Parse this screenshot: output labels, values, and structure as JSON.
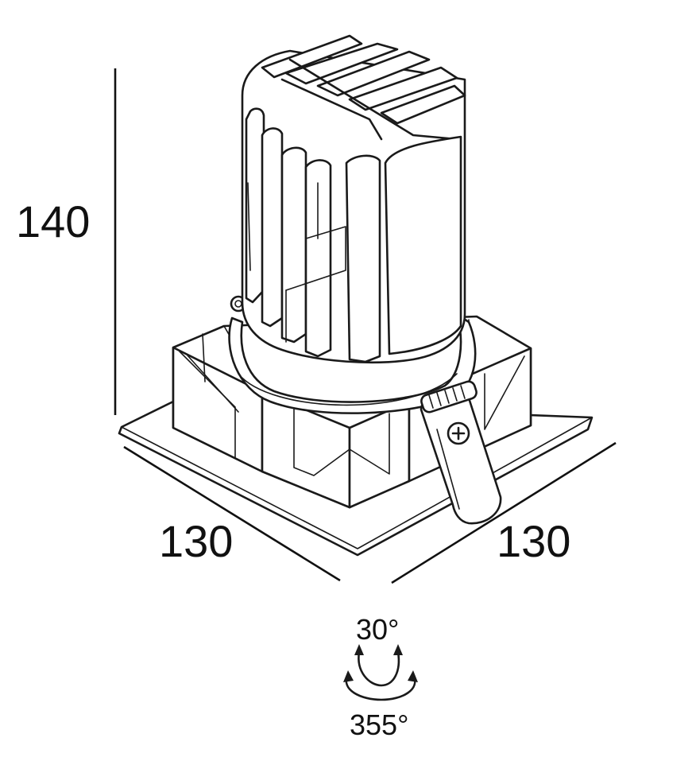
{
  "dimensions": {
    "height": "140",
    "width_left": "130",
    "width_right": "130"
  },
  "rotation": {
    "tilt": "30°",
    "turn": "355°"
  },
  "colors": {
    "line": "#1a1a1a",
    "background": "#ffffff"
  }
}
